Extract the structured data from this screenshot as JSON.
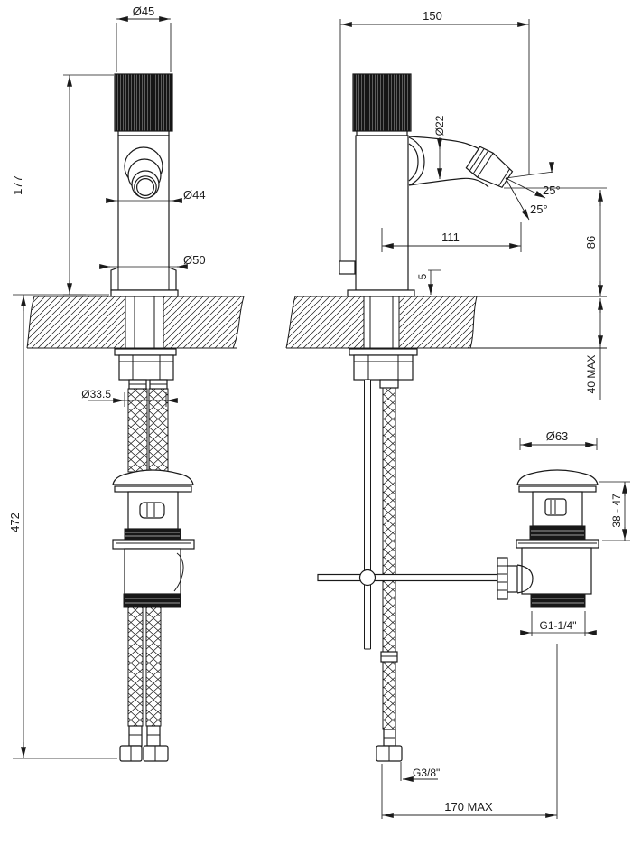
{
  "page": {
    "background": "#ffffff",
    "line_color": "#1a1a1a",
    "description": "Technical installation drawing of a single-hole bidet mixer tap with pop-up waste, front view and side view with dimensions in mm"
  },
  "views": {
    "front": {
      "name": "front-view",
      "dims": {
        "handle_diameter": "Ø45",
        "body_height": "177",
        "body_diameter": "Ø44",
        "base_diameter": "Ø50",
        "hole_diameter": "Ø33.5",
        "total_height": "472"
      }
    },
    "side": {
      "name": "side-view",
      "dims": {
        "depth": "150",
        "spout_diameter": "Ø22",
        "jet_angle_upper": "25°",
        "jet_angle_lower": "25°",
        "spout_reach": "111",
        "spout_height": "86",
        "base_plate_thickness": "5",
        "deck_thickness_max": "40 MAX",
        "supply_hose_thread": "G3/8\"",
        "drain_offset_max": "170 MAX"
      }
    },
    "drain": {
      "name": "pop-up-waste-detail",
      "dims": {
        "cap_diameter": "Ø63",
        "install_height_range": "38 - 47",
        "waste_thread": "G1-1/4\""
      }
    }
  }
}
